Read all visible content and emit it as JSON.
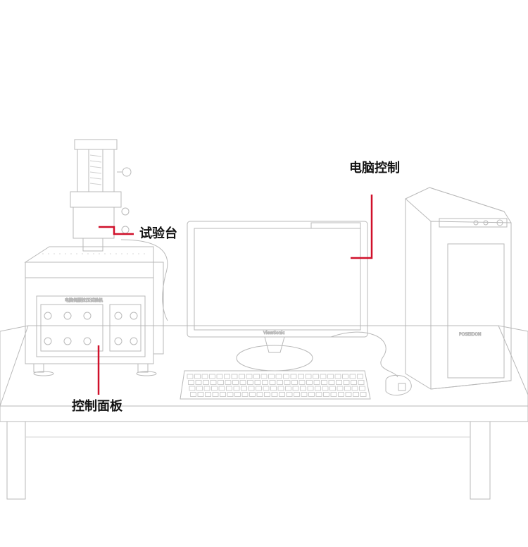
{
  "callouts": {
    "test_bench": "试验台",
    "computer_control": "电脑控制",
    "control_panel": "控制面板"
  },
  "device_label": "电脑伺服拉压试验机",
  "monitor_brand": "ViewSonic",
  "pc_brand": "POSEIDON",
  "colors": {
    "leader_line": "#d0102a",
    "sketch_line": "#b9b9b9",
    "text": "#111111"
  }
}
